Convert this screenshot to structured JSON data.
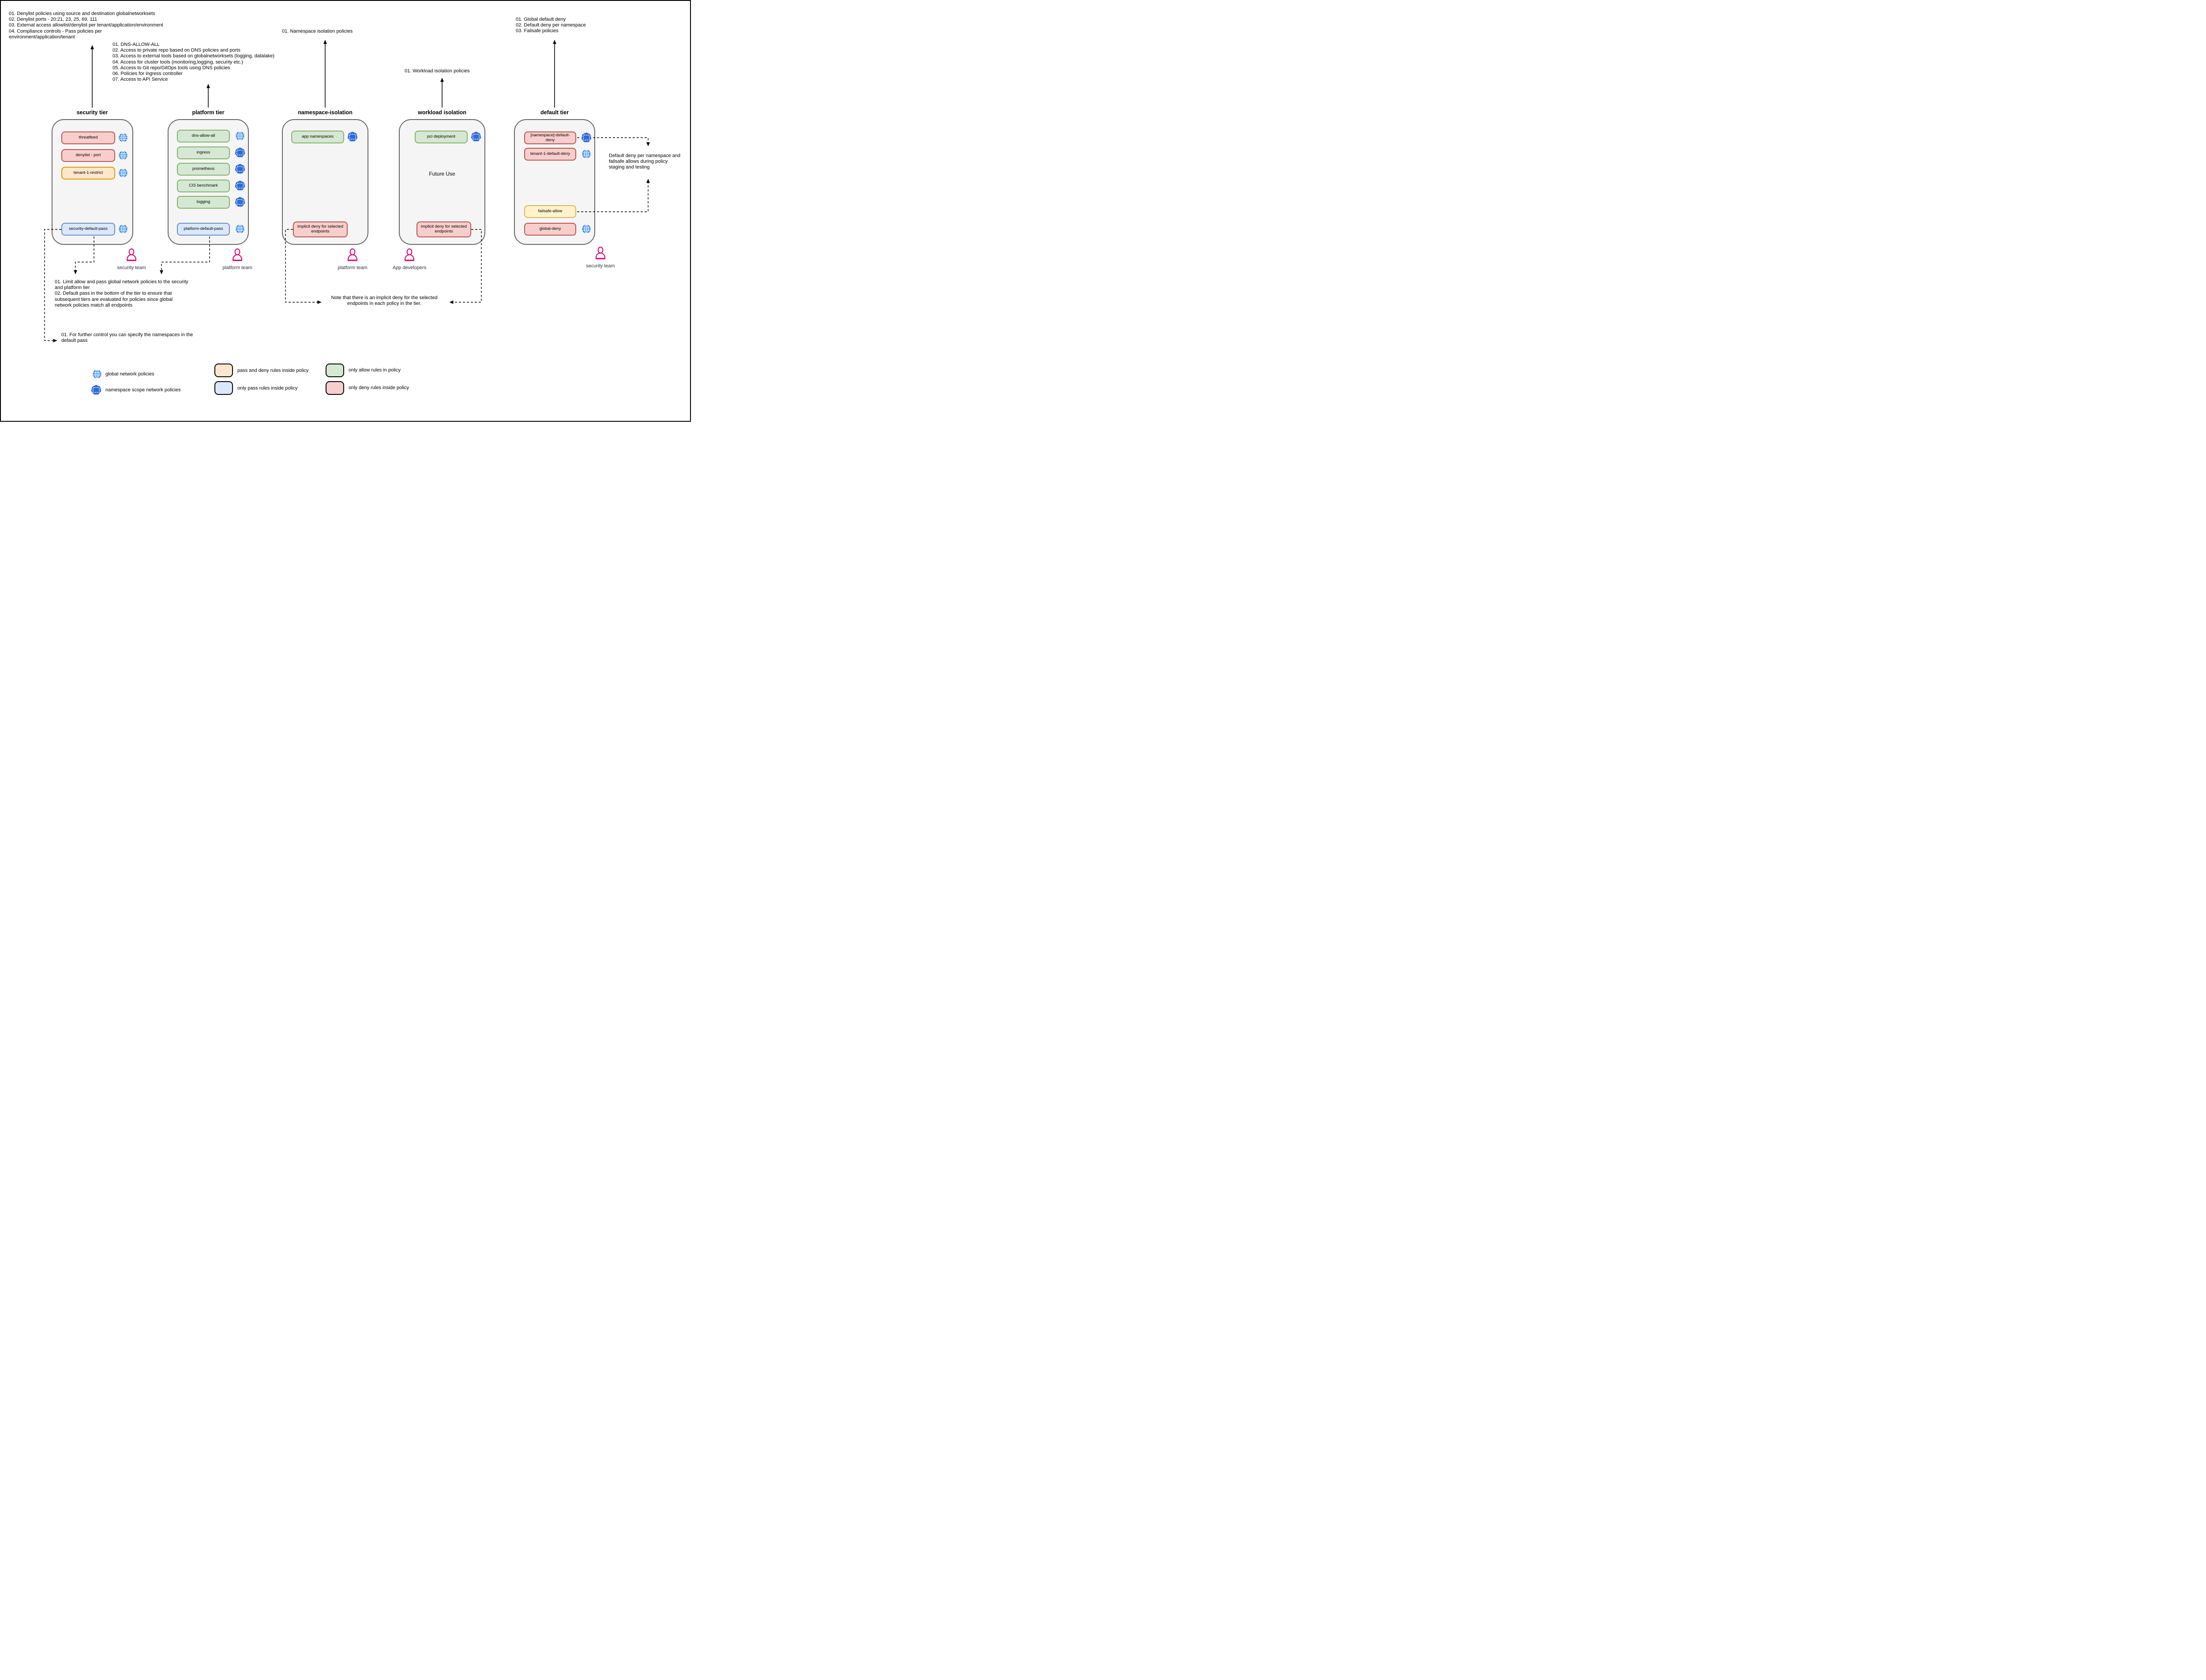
{
  "colors": {
    "tier_fill": "#f5f5f5",
    "tier_stroke": "#666666",
    "deny_fill": "#f8cecc",
    "deny_stroke": "#b85450",
    "allow_fill": "#d5e8d4",
    "allow_stroke": "#82b366",
    "pass_fill": "#dae8fc",
    "pass_stroke": "#6c8ebf",
    "pass_deny_fill": "#ffe6cc",
    "pass_deny_stroke": "#d79b00",
    "failsafe_fill": "#fff2cc",
    "failsafe_stroke": "#d6b656",
    "global_icon": "#1678e4",
    "namespace_icon": "#2e6bd9",
    "person_icon": "#d6006e",
    "team_label": "#2d3240"
  },
  "tier_annotations": {
    "security": "01. Denylist policies using source and destination globalnetworksets\n02. Denylist ports - 20:21, 23, 25, 69, 111\n03. External access allowlist/denylist per tenant/application/environment\n04. Compliance controls - Pass policies per\nenvironment/application/tenant",
    "platform": "01. DNS-ALLOW-ALL\n02. Access to private repo based on DNS policies and ports\n03. Access to external tools based on globalnetworksets (logging, datalake)\n04. Access for cluster tools (monitoring,logging, security etc.)\n05. Access to Git repo/GitOps tools using DNS policies\n06. Policies for ingress controller\n07. Access to API Service",
    "namespace": "01. Namespace isolation policies",
    "workload": "01. Workload isolation policies",
    "default": "01. Global default deny\n02. Default deny per namespace\n03. Failsafe policies"
  },
  "tiers": [
    {
      "title": "security tier",
      "policies": [
        {
          "label": "threatfeed"
        },
        {
          "label": "denylist - port"
        },
        {
          "label": "tenant-1-restrict"
        },
        {
          "label": "security-default-pass"
        }
      ]
    },
    {
      "title": "platform tier",
      "policies": [
        {
          "label": "dns-allow-all"
        },
        {
          "label": "ingress"
        },
        {
          "label": "prometheus"
        },
        {
          "label": "CIS benchmark"
        },
        {
          "label": "logging"
        },
        {
          "label": "platform-default-pass"
        }
      ]
    },
    {
      "title": "namespace-isolation",
      "policies": [
        {
          "label": "app namespaces"
        },
        {
          "label": "implicit deny for selected endpoints"
        }
      ]
    },
    {
      "title": "workload isolation",
      "center_label": "Future Use",
      "policies": [
        {
          "label": "pci deployment"
        },
        {
          "label": "implicit deny for selected endpoints"
        }
      ]
    },
    {
      "title": "default tier",
      "policies": [
        {
          "label": "[namespace]-default-deny"
        },
        {
          "label": "tenant-1-default-deny"
        },
        {
          "label": "failsafe-allow"
        },
        {
          "label": "global-deny"
        }
      ]
    }
  ],
  "teams": [
    {
      "label": "security team"
    },
    {
      "label": "platform team"
    },
    {
      "label": "platform team"
    },
    {
      "label": "App developers"
    },
    {
      "label": "security team"
    }
  ],
  "notes": {
    "tier_guidance": "01. Limit allow and pass global network policies to the security\nand platform tier\n02. Default pass in the bottom of the tier to ensure that\nsubsequent tiers are evaluated for policies since global\nnetwork policies match all endpoints",
    "further_control": "01. For further control you can specify the namespaces in the\ndefault pass",
    "implicit_deny": "Note that there is an implicit deny for the selected\nendpoints in each policy in the tier.",
    "default_deny": "Default deny per namespace and\nfailsafe allows during policy\nstaging and testing"
  },
  "legend": {
    "global": "global network policies",
    "namespace": "namespace scope network policies",
    "pass_deny": "pass and deny rules inside policy",
    "pass": "only pass rules inside policy",
    "allow": "only allow rules in policy",
    "deny": "only deny rules inside policy"
  }
}
